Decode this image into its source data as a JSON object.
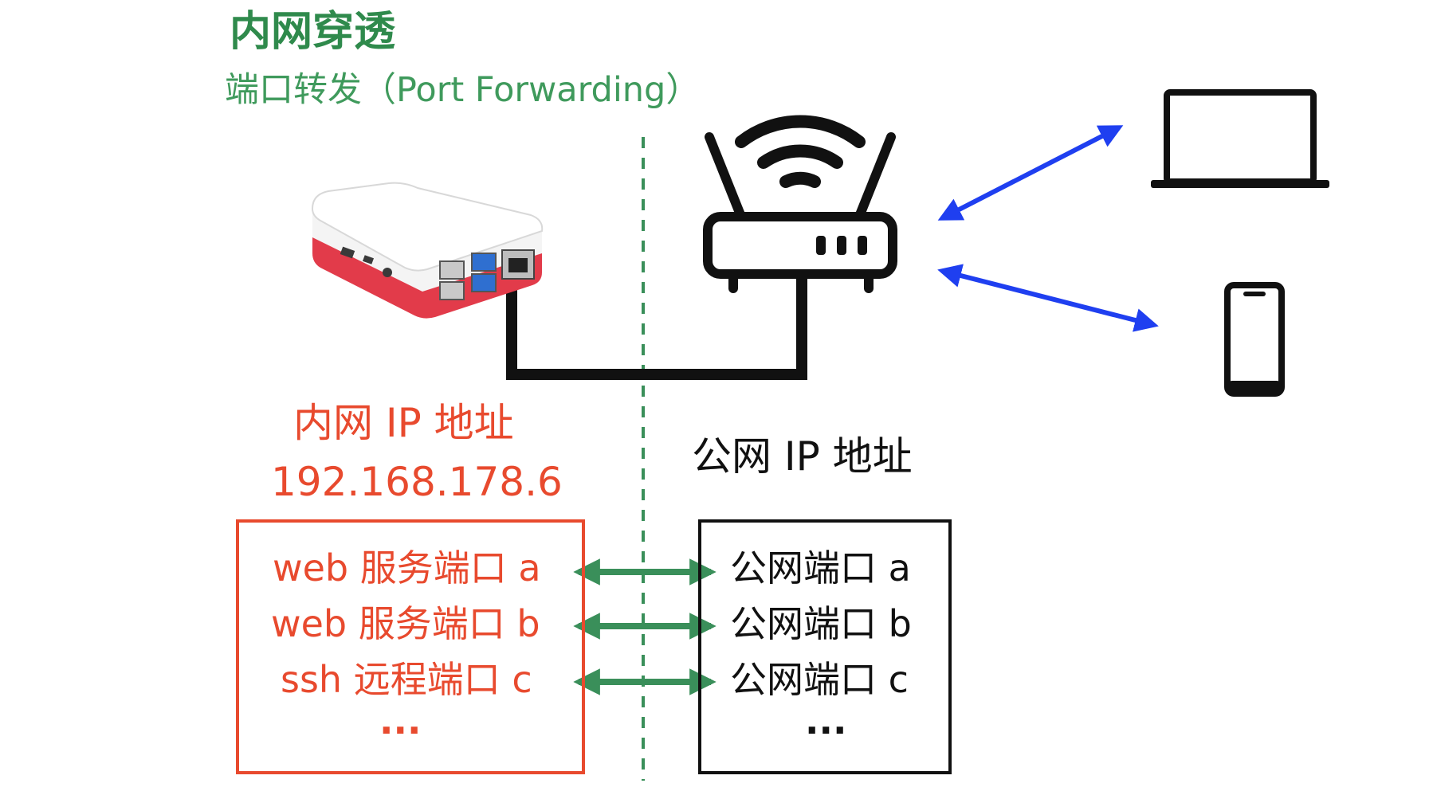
{
  "header": {
    "title": "内网穿透",
    "subtitle": "端口转发（Port Forwarding）"
  },
  "lan": {
    "label": "内网 IP 地址",
    "ip": "192.168.178.6",
    "ports": [
      "web 服务端口 a",
      "web 服务端口 b",
      "ssh 远程端口 c",
      "..."
    ]
  },
  "wan": {
    "label": "公网 IP 地址",
    "ports": [
      "公网端口 a",
      "公网端口 b",
      "公网端口 c",
      "..."
    ]
  },
  "icons": {
    "raspberry_pi": "raspberry-pi-device-icon",
    "router": "wifi-router-icon",
    "laptop": "laptop-icon",
    "phone": "smartphone-icon"
  },
  "colors": {
    "title_green": "#2f8a4c",
    "lan_red": "#e84a2e",
    "wan_black": "#111111",
    "mapping_arrow_green": "#3a8f5a",
    "wireless_arrow_blue": "#1f3ff0",
    "divider_green": "#3a8f5a"
  }
}
